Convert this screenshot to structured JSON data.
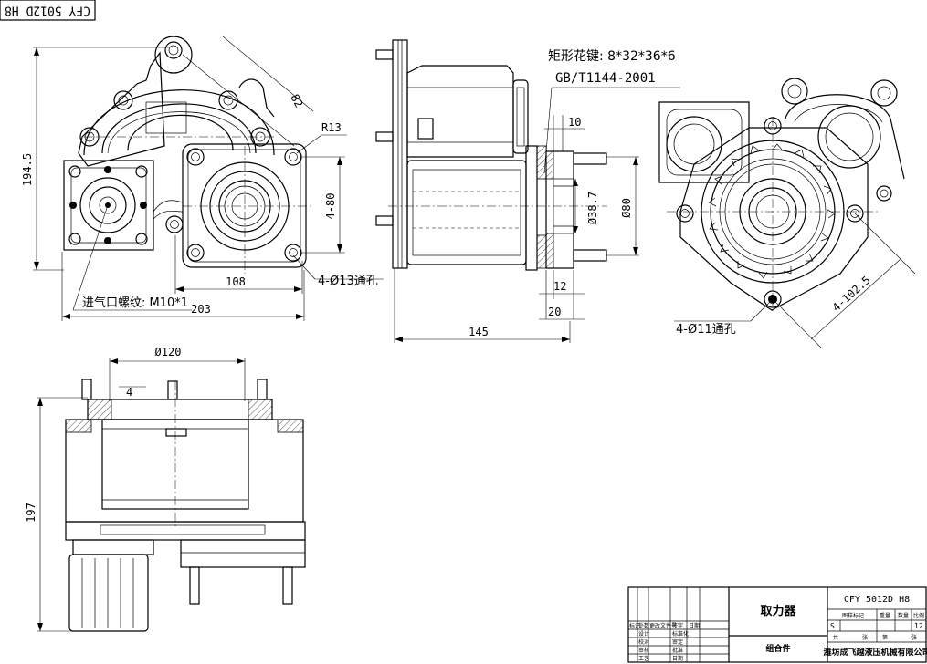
{
  "drawing_code_top": "CFY 5012D H8",
  "annotations": {
    "spline_key": "矩形花键: 8*32*36*6",
    "spline_std": "GB/T1144-2001",
    "inlet_thread": "进气口螺纹: M10*1",
    "holes_13": "4-Ø13通孔",
    "holes_11": "4-Ø11通孔"
  },
  "dimensions": {
    "h_194_5": "194.5",
    "d_82": "82",
    "r13": "R13",
    "v_4_80": "4-80",
    "w_108": "108",
    "w_203": "203",
    "d_10": "10",
    "dia_38_7": "Ø38.7",
    "dia_80": "Ø80",
    "d_12": "12",
    "d_20": "20",
    "w_145": "145",
    "d_4_102_5": "4-102.5",
    "dia_120": "Ø120",
    "d_4": "4",
    "h_197": "197"
  },
  "title_block": {
    "part_name": "取力器",
    "drawing_no": "CFY 5012D H8",
    "hdr_mark": "图样标记",
    "hdr_weight": "重量",
    "hdr_qty": "数量",
    "hdr_scale": "比例",
    "mark_s": "S",
    "qty": "12",
    "sheet_total": "共",
    "sheet_no": "张",
    "sheet_of": "第",
    "sheet_no2": "张",
    "col_mark": "标记",
    "col_count": "处数",
    "col_docno": "更改文件号",
    "col_sign": "签字",
    "col_date": "日期",
    "row_design": "设计",
    "row_proof": "校对",
    "row_check": "审核",
    "row_craft": "工艺",
    "row_std": "标准化",
    "row_review": "审定",
    "row_approve": "批准",
    "row_date": "日期",
    "assembly": "组合件",
    "company": "潍坊成飞越液压机械有限公司"
  }
}
